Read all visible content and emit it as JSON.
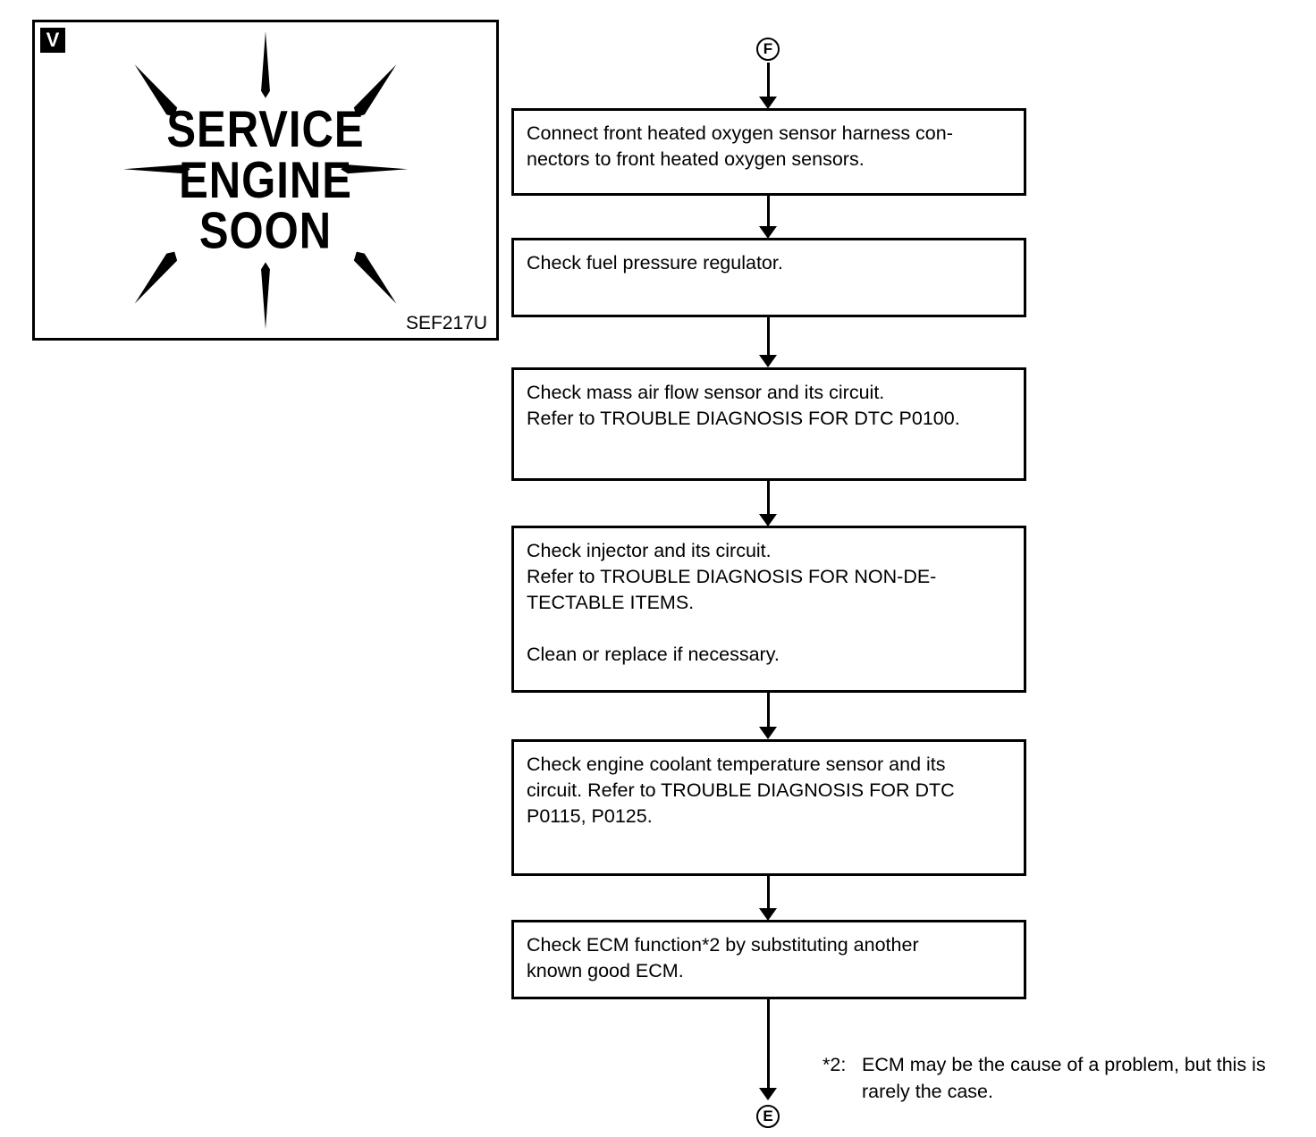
{
  "illustration": {
    "badge_label": "V",
    "lamp_lines": [
      "SERVICE",
      "ENGINE",
      "SOON"
    ],
    "figure_id": "SEF217U",
    "icon": "starburst-warning-lamp"
  },
  "flow": {
    "entry_node": "F",
    "exit_node": "E",
    "steps": [
      {
        "id": "connect-oxygen-sensor-harness",
        "text": "Connect front heated oxygen sensor harness con-\nnectors to front heated oxygen sensors."
      },
      {
        "id": "check-fuel-pressure-regulator",
        "text": "Check fuel pressure regulator."
      },
      {
        "id": "check-mass-air-flow-sensor",
        "text": "Check mass air flow sensor and its circuit.\nRefer to TROUBLE DIAGNOSIS FOR DTC P0100."
      },
      {
        "id": "check-injector",
        "text": "Check injector and its circuit.\nRefer to TROUBLE DIAGNOSIS FOR NON-DE-\nTECTABLE ITEMS.\n\nClean or replace if necessary."
      },
      {
        "id": "check-engine-coolant-temperature-sensor",
        "text": "Check engine coolant temperature sensor and its\ncircuit. Refer to TROUBLE DIAGNOSIS FOR DTC\nP0115, P0125."
      },
      {
        "id": "check-ecm-function",
        "text": "Check ECM function*2 by substituting another\nknown good ECM."
      }
    ]
  },
  "footnote": {
    "marker": "*2:",
    "text": "ECM may be the cause of a problem, but this is rarely the case."
  }
}
